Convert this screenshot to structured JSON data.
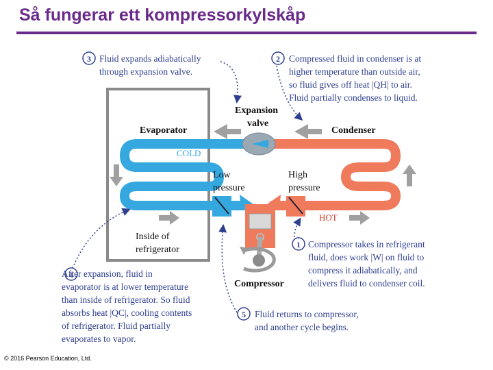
{
  "title": "Så fungerar ett kompressorkylskåp",
  "labels": {
    "evaporator": "Evaporator",
    "condenser": "Condenser",
    "expansion_valve_1": "Expansion",
    "expansion_valve_2": "valve",
    "cold": "COLD",
    "hot": "HOT",
    "low_pressure_1": "Low",
    "low_pressure_2": "pressure",
    "high_pressure_1": "High",
    "high_pressure_2": "pressure",
    "inside_1": "Inside of",
    "inside_2": "refrigerator",
    "compressor": "Compressor"
  },
  "steps": [
    {
      "num": "1",
      "lines": [
        "Compressor takes in refrigerant",
        "fluid, does work |W| on fluid to",
        "compress it adiabatically, and",
        "delivers fluid to condenser coil."
      ]
    },
    {
      "num": "2",
      "lines": [
        "Compressed fluid in condenser is at",
        "higher temperature than outside air,",
        "so fluid gives off heat |QH| to air.",
        "Fluid partially condenses to liquid."
      ]
    },
    {
      "num": "3",
      "lines": [
        "Fluid expands adiabatically",
        "through expansion valve."
      ]
    },
    {
      "num": "4",
      "lines": [
        "After expansion, fluid in",
        "evaporator is at lower temperature",
        "than inside of refrigerator. So fluid",
        "absorbs heat |QC|, cooling contents",
        "of refrigerator. Fluid partially",
        "evaporates to vapor."
      ]
    },
    {
      "num": "5",
      "lines": [
        "Fluid returns to compressor,",
        "and another cycle begins."
      ]
    }
  ],
  "copyright": "© 2016 Pearson Education, Ltd.",
  "colors": {
    "title": "#6a2a8a",
    "cold_coil": "#35a8e0",
    "hot_coil": "#ef7a5c",
    "box": "#8a8a8a",
    "arrow": "#9a9a9a",
    "note": "#2f3f8f"
  }
}
